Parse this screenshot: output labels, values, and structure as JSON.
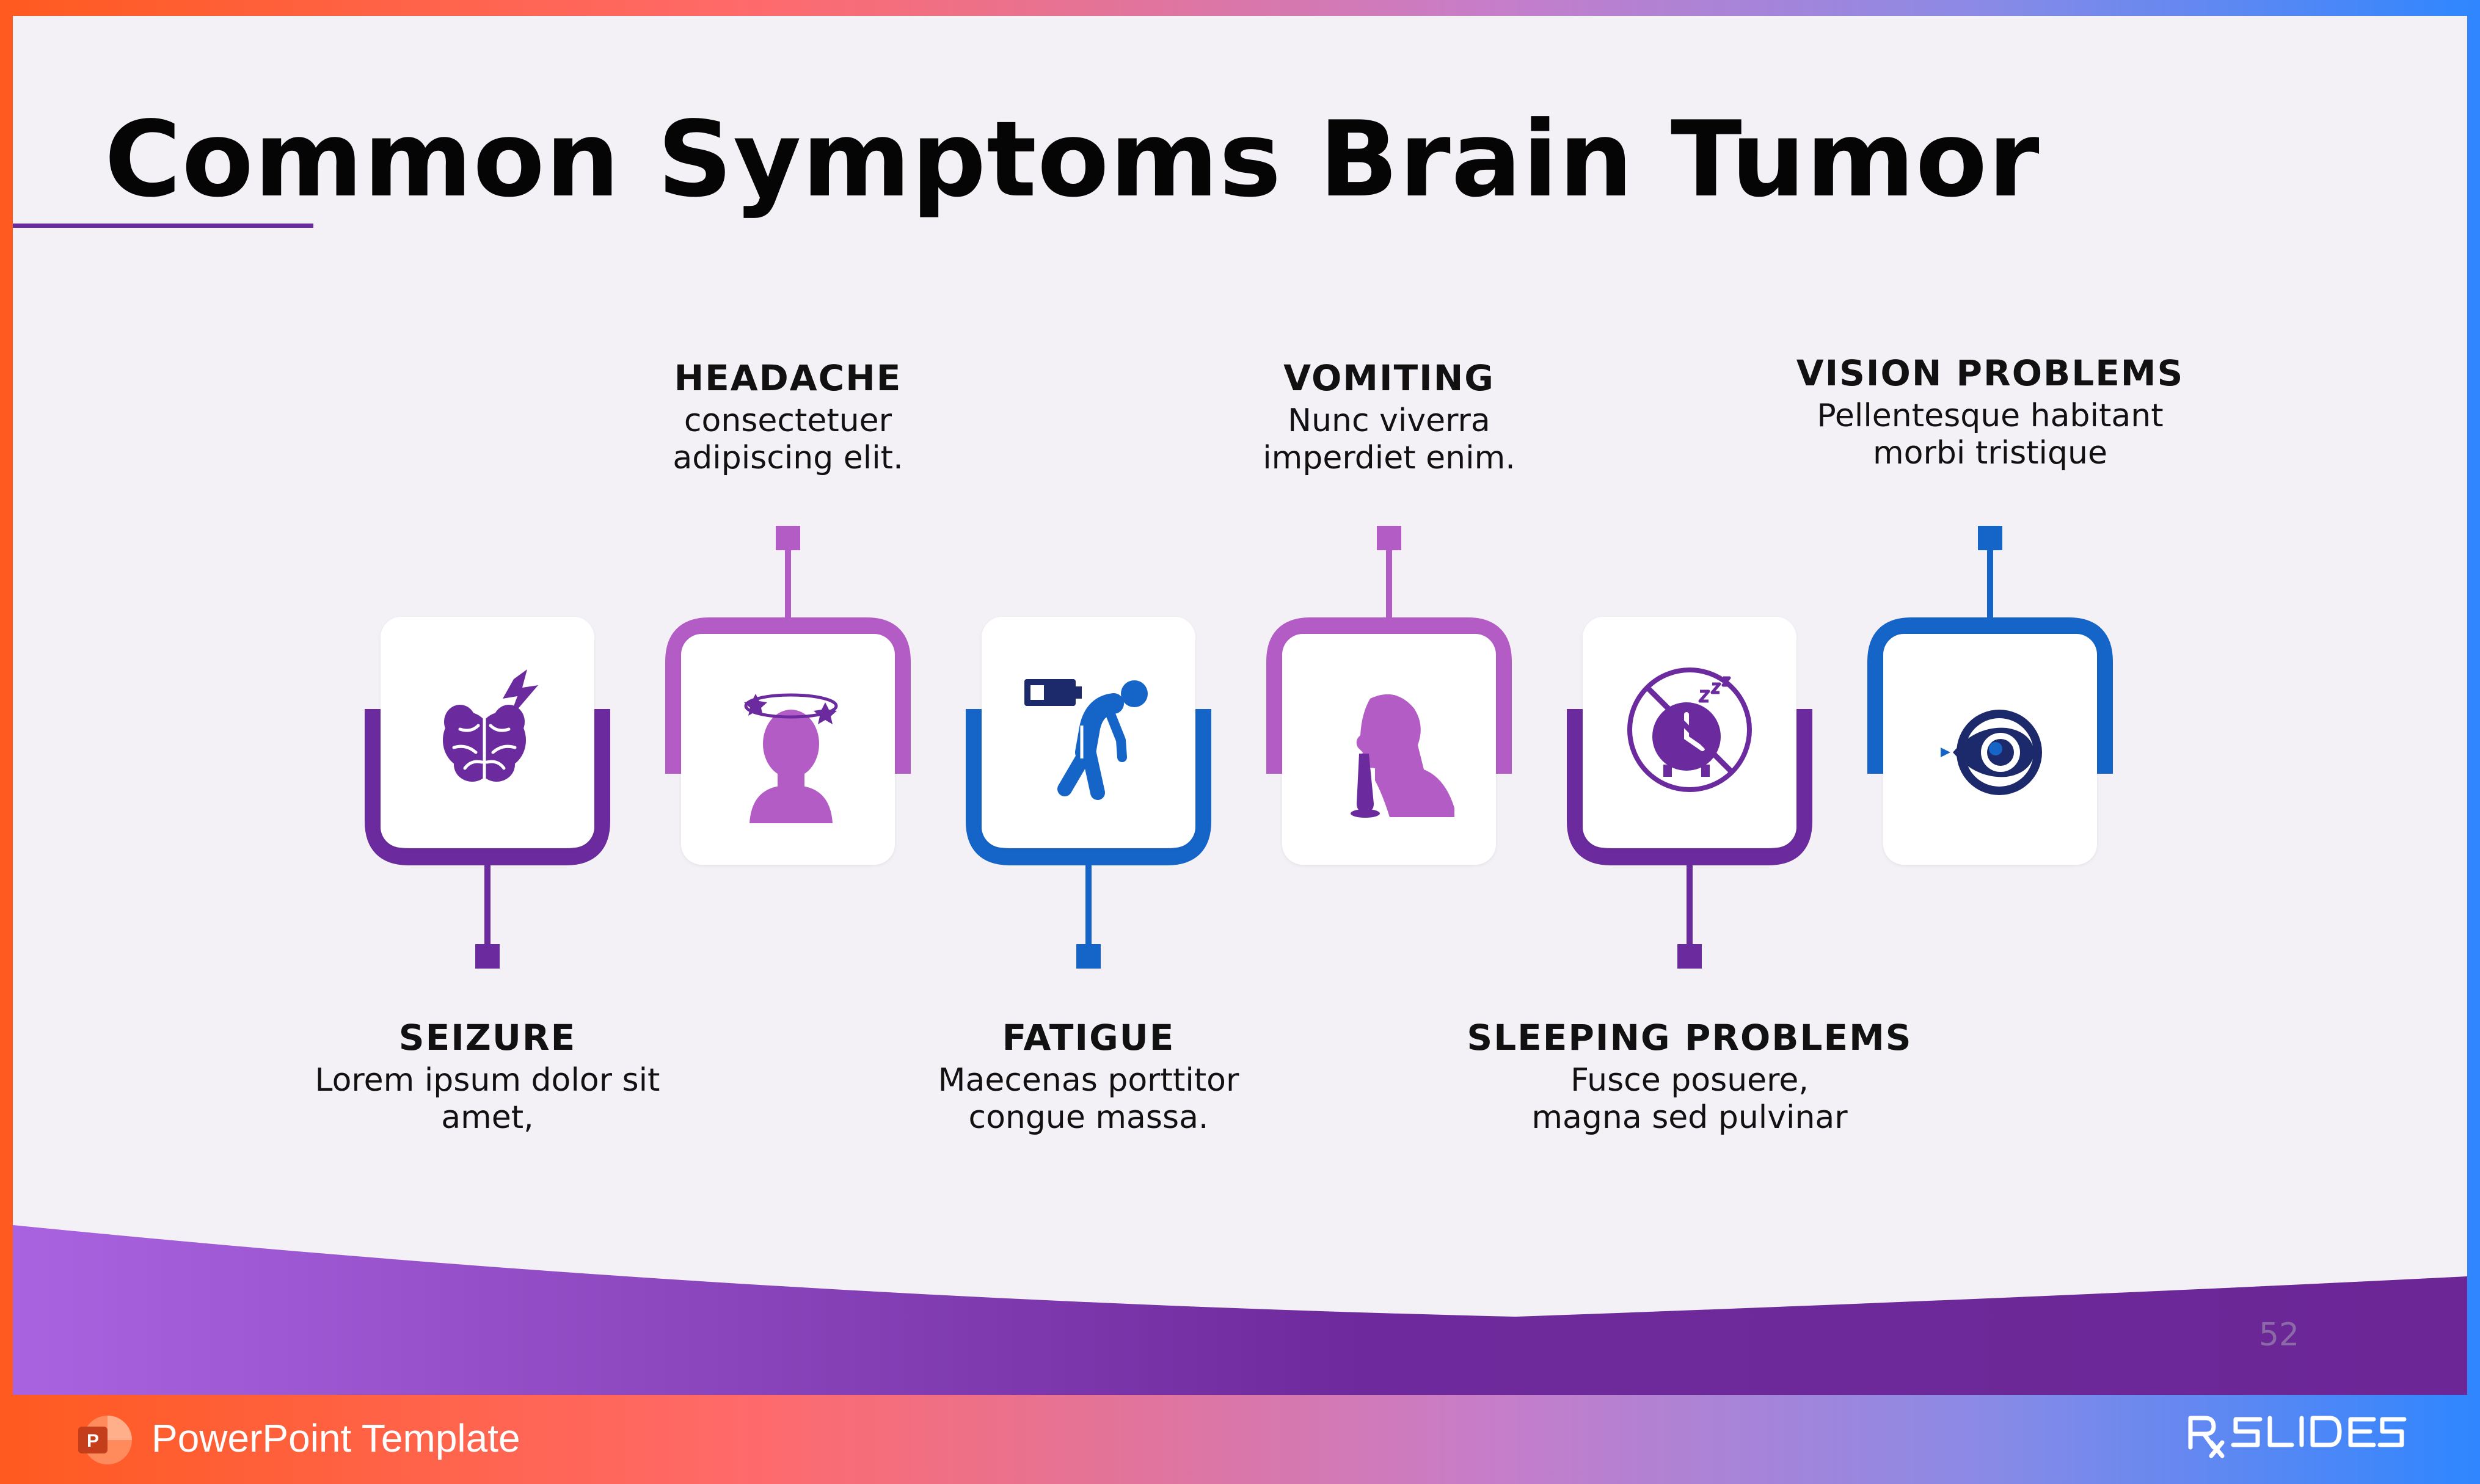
{
  "slide": {
    "title": "Common Symptoms Brain Tumor",
    "page_number": "52"
  },
  "colors": {
    "dark_purple": "#6b2b9e",
    "light_purple": "#b45cc6",
    "blue": "#1565c8",
    "navy": "#1c2a6b",
    "background": "#f3f1f5"
  },
  "symptoms": [
    {
      "name": "SEIZURE",
      "desc": "Lorem ipsum dolor sit\namet,",
      "icon": "brain-lightning-icon",
      "color": "dark_purple",
      "position": "below"
    },
    {
      "name": "HEADACHE",
      "desc": "consectetuer\nadipiscing elit.",
      "icon": "dizzy-head-icon",
      "color": "light_purple",
      "position": "above"
    },
    {
      "name": "FATIGUE",
      "desc": "Maecenas porttitor\ncongue massa.",
      "icon": "tired-person-battery-icon",
      "color": "blue",
      "position": "below"
    },
    {
      "name": "VOMITING",
      "desc": "Nunc viverra\nimperdiet enim.",
      "icon": "vomiting-person-icon",
      "color": "light_purple",
      "position": "above"
    },
    {
      "name": "SLEEPING PROBLEMS",
      "desc": "Fusce posuere,\nmagna sed pulvinar",
      "icon": "no-sleep-clock-icon",
      "color": "dark_purple",
      "position": "below"
    },
    {
      "name": "VISION PROBLEMS",
      "desc": "Pellentesque habitant\nmorbi tristique",
      "icon": "eye-icon",
      "color": "blue",
      "position": "above"
    }
  ],
  "footer": {
    "text": "PowerPoint Template",
    "brand": "RX SLIDES",
    "app_icon": "powerpoint-icon"
  }
}
